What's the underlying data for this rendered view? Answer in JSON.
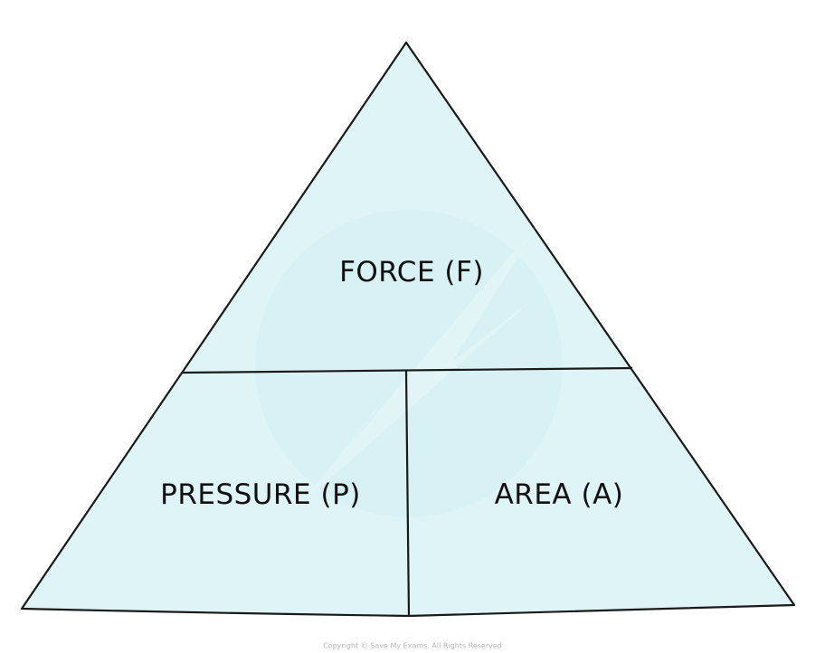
{
  "diagram": {
    "top_section_label": "FORCE (F)",
    "bottom_left_label": "PRESSURE (P)",
    "bottom_right_label": "AREA (A)",
    "fill_color": "#def4f7",
    "stroke_color": "#1a1a1a",
    "watermark_icon": "save-my-exams-logo"
  },
  "footer": {
    "copyright": "Copyright © Save My Exams. All Rights Reserved"
  }
}
